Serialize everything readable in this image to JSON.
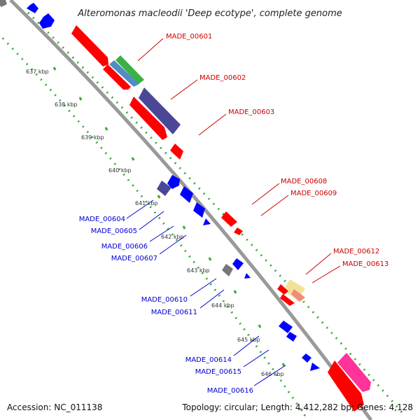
{
  "title": "Alteromonas macleodii 'Deep ecotype', complete genome",
  "accession_text": "Accession: NC_011138",
  "summary_text": "Topology: circular; Length: 4,412,282 bp; Genes: 4,128",
  "colors": {
    "backbone": "#999999",
    "guide": "#33aa33",
    "forward": "#ff0000",
    "reverse": "#0000ff",
    "forward_label": "#cc0000",
    "reverse_label": "#0000cc",
    "navy": "#4a4796",
    "gray": "#777777",
    "green": "#3cb043",
    "steel": "#4f8ec4",
    "pink": "#ff3399",
    "khaki": "#f2e298",
    "salmon": "#f08a7a"
  },
  "kbp_ticks": [
    "637 kbp",
    "638 kbp",
    "639 kbp",
    "640 kbp",
    "641 kbp",
    "642 kbp",
    "643 kbp",
    "644 kbp",
    "645 kbp",
    "646 kbp"
  ],
  "genes_forward": [
    "MADE_00601",
    "MADE_00602",
    "MADE_00603",
    "MADE_00608",
    "MADE_00609",
    "MADE_00612",
    "MADE_00613"
  ],
  "genes_reverse": [
    "MADE_00604",
    "MADE_00605",
    "MADE_00606",
    "MADE_00607",
    "MADE_00610",
    "MADE_00611",
    "MADE_00614",
    "MADE_00615",
    "MADE_00616"
  ]
}
